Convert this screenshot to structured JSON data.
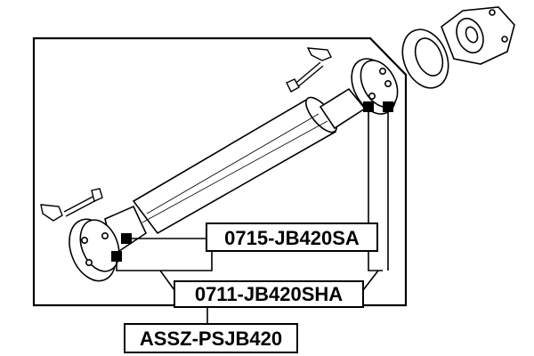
{
  "labels": {
    "upper": "0715-JB420SA",
    "middle": "0711-JB420SHA",
    "assembly": "ASSZ-PSJB420"
  },
  "parts": [
    "drive-shaft-tube",
    "front-flexible-coupling",
    "rear-flexible-coupling",
    "flange-ring",
    "flange-yoke",
    "bolt",
    "bolt",
    "washer-clip",
    "washer-clip"
  ],
  "colors": {
    "ink": "#000000",
    "paper": "#ffffff"
  }
}
